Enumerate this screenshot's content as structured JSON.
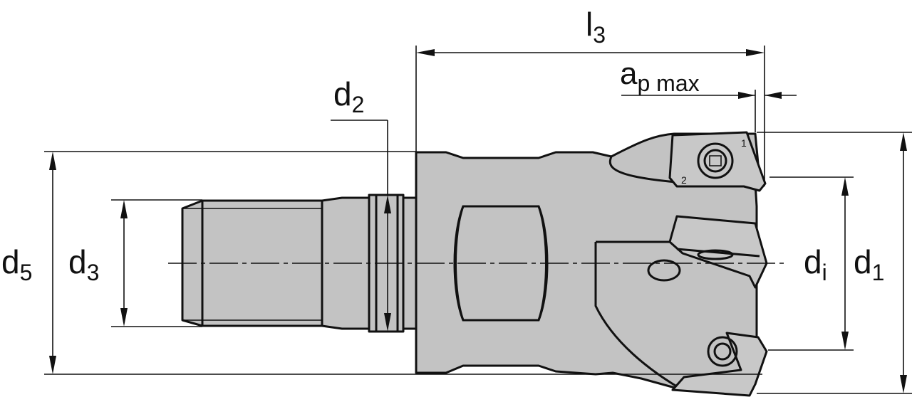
{
  "dimensions": {
    "l3": {
      "base": "l",
      "sub": "3"
    },
    "apmax": {
      "base": "a",
      "sub": "p max"
    },
    "d2": {
      "base": "d",
      "sub": "2"
    },
    "d5": {
      "base": "d",
      "sub": "5"
    },
    "d3": {
      "base": "d",
      "sub": "3"
    },
    "di": {
      "base": "d",
      "sub": "i"
    },
    "d1": {
      "base": "d",
      "sub": "1"
    }
  },
  "insert_marks": {
    "top": "1",
    "upper_left": "2"
  },
  "colors": {
    "body": "#c3c3c3",
    "line": "#111111"
  }
}
